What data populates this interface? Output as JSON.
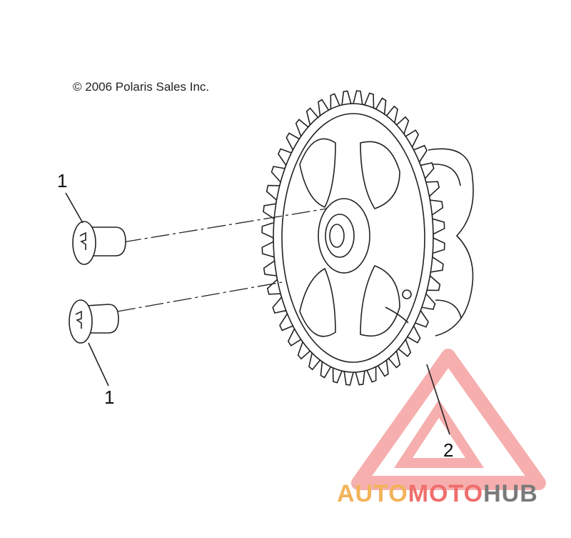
{
  "copyright": "© 2006 Polaris Sales Inc.",
  "callouts": {
    "bolt_upper": "1",
    "bolt_lower": "1",
    "gear": "2"
  },
  "watermark": {
    "part1": "AUTO",
    "part2": "MOTO",
    "part3": "HUB",
    "colors": {
      "auto": "#f2b35a",
      "moto": "#ef6f6c",
      "hub": "#7a7a7a",
      "triangle": "#f08c8c"
    }
  }
}
